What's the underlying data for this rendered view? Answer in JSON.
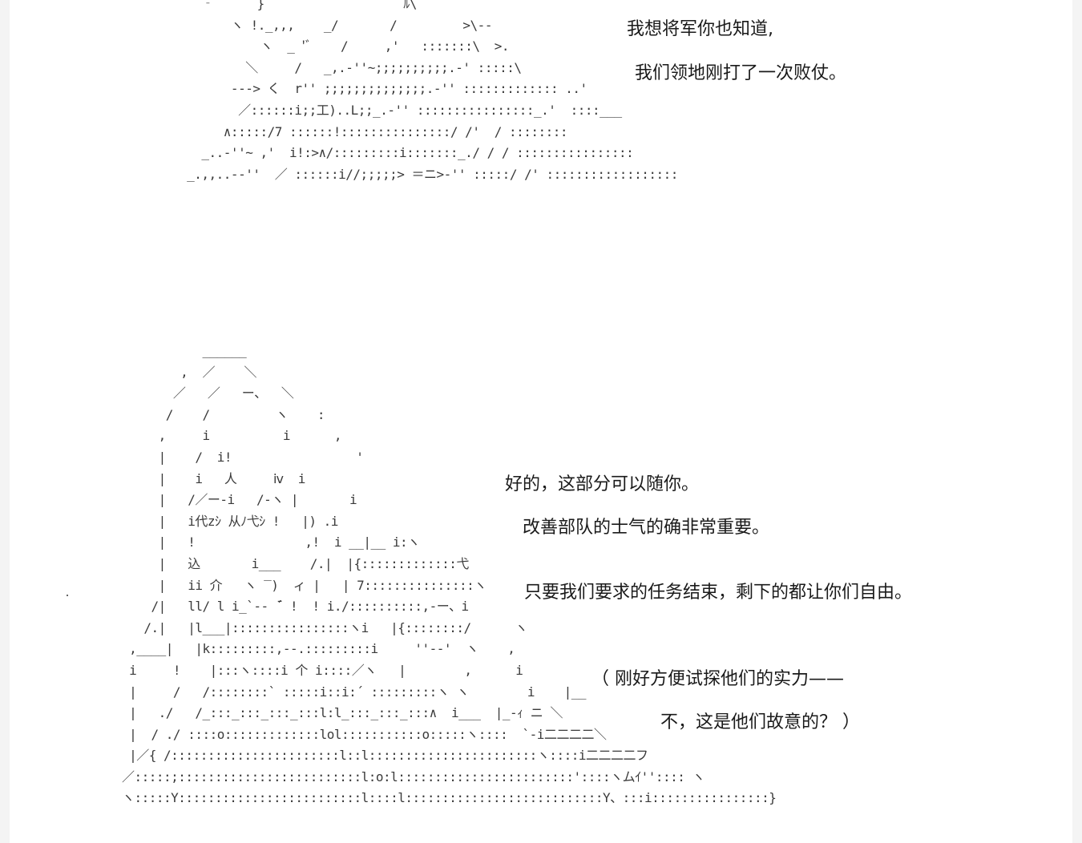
{
  "ascii_art": {
    "top": "   ‐ﾞ     }                   ﾙ\\\n       ヽ !._,,,    _/       /         >\\--\n           ヽ  _ 'ﾞ    /     ,'   :::::::\\  >.\n         ＼     /   _,.-''~;;;;;;;;;;.-' :::::\\\n       ---> く  r'' ;;;;;;;;;;;;;;.-'' ::::::::::::: ..'\n        ／::::::i;;工)..L;;_.-'' ::::::::::::::::_.'  ::::___\n      ∧:::::/7 ::::::!:::::::::::::::/ /'  / ::::::::\n   _..-''~ ,'  i!:>∧/:::::::::i:::::::_./ / / ::::::::::::::::\n _.,,..--''  ／ ::::::i//;;;;;> ＝ニ>-'' :::::/ /' ::::::::::::::::::",
    "bottom": "           ______\n        ,  ／    ＼\n       ／   ／   ー、  ＼\n      /    /         ヽ    :\n     ,     i          i      ,\n     |    /  i!                 '\n     |    i   人     ⅳ  i\n     |   /／ー-i   /-ヽ |       i\n     |   i代zｼ 从ﾉ弋ｼ !   |) .i\n     |   !               ,!  i __|__ i:ヽ\n     |   込       i___    /.|  |{:::::::::::::弋\n     |   ii 介   ヽ ‾)  ィ |   | 7:::::::::::::::ヽ\n    /|   ll/ l i_`-- ̄´ !  ! i./::::::::::,-ー、i\n   /.|   |l___|::::::::::::::::ヽi   |{::::::::/      ヽ\n ,____|   |k:::::::::,--.:::::::::i     ''--'  ヽ    ,\n i     !    |:::ヽ::::i 个 i::::／ヽ   |        ,      i\n |     /   /::::::::` :::::i::i:´ :::::::::ヽ ヽ        i    |__\n |   ./   /_:::_:::_:::_:::l:l_:::_:::_:::∧  i___  |_-ｨ ニ ＼\n |  / ./ ::::o:::::::::::::lol:::::::::::o:::::ヽ::::  `-i二二二二＼\n |／{ /:::::::::::::::::::::::l::l:::::::::::::::::::::::ヽ::::i二二二二フ\n／:::::;:::::::::::::::::::::::::l:o:l::::::::::::::::::::::::'::::ヽムｲ'':::: ヽ\nヽ:::::Y:::::::::::::::::::::::::l::::l:::::::::::::::::::::::::::Y、:::i::::::::::::::::}"
  },
  "dialogue": {
    "line1": "我想将军你也知道,",
    "line2": "我们领地刚打了一次败仗。",
    "line3": "好的，这部分可以随你。",
    "line4": "改善部队的士气的确非常重要。",
    "line5": "只要我们要求的任务结束，剩下的都让你们自由。",
    "line6": "（  刚好方便试探他们的实力——",
    "line7": "不，这是他们故意的？  ）"
  }
}
